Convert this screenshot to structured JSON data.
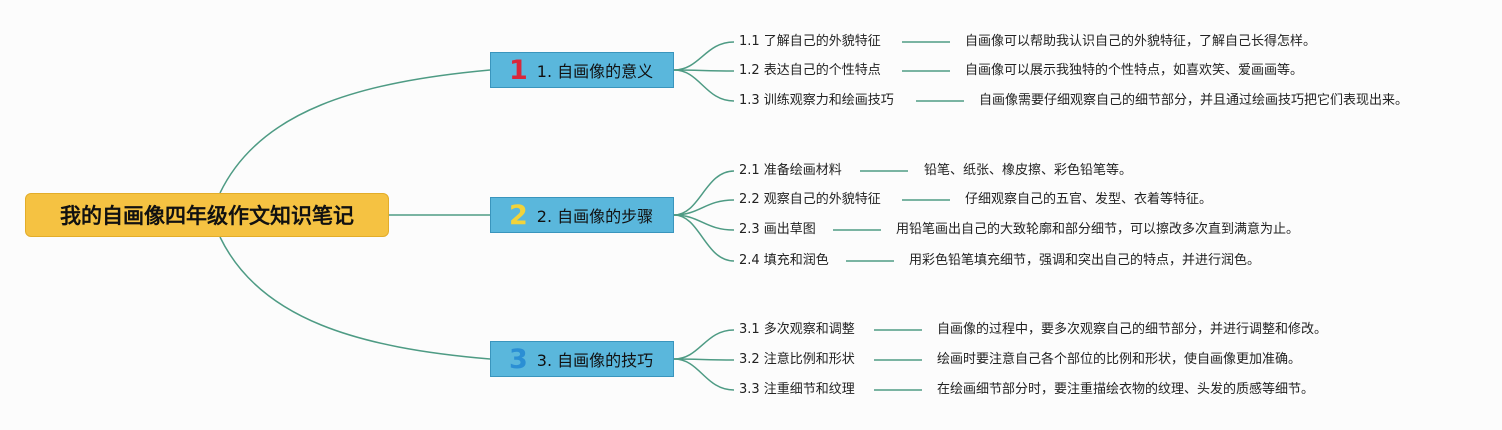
{
  "root": {
    "title": "我的自画像四年级作文知识笔记"
  },
  "colors": {
    "edge": "#4e9b84",
    "root_bg": "#f5c242",
    "branch_bg": "#5ab7dc"
  },
  "branches": [
    {
      "number": "1",
      "number_color": "#d8283a",
      "label": "1. 自画像的意义",
      "children": [
        {
          "label": "1.1 了解自己的外貌特征",
          "desc": "自画像可以帮助我认识自己的外貌特征，了解自己长得怎样。"
        },
        {
          "label": "1.2 表达自己的个性特点",
          "desc": "自画像可以展示我独特的个性特点，如喜欢笑、爱画画等。"
        },
        {
          "label": "1.3 训练观察力和绘画技巧",
          "desc": "自画像需要仔细观察自己的细节部分，并且通过绘画技巧把它们表现出来。"
        }
      ]
    },
    {
      "number": "2",
      "number_color": "#f2d33a",
      "label": "2. 自画像的步骤",
      "children": [
        {
          "label": "2.1 准备绘画材料",
          "desc": "铅笔、纸张、橡皮擦、彩色铅笔等。"
        },
        {
          "label": "2.2 观察自己的外貌特征",
          "desc": "仔细观察自己的五官、发型、衣着等特征。"
        },
        {
          "label": "2.3 画出草图",
          "desc": "用铅笔画出自己的大致轮廓和部分细节，可以擦改多次直到满意为止。"
        },
        {
          "label": "2.4 填充和润色",
          "desc": "用彩色铅笔填充细节，强调和突出自己的特点，并进行润色。"
        }
      ]
    },
    {
      "number": "3",
      "number_color": "#2b8fd4",
      "label": "3. 自画像的技巧",
      "children": [
        {
          "label": "3.1 多次观察和调整",
          "desc": "自画像的过程中，要多次观察自己的细节部分，并进行调整和修改。"
        },
        {
          "label": "3.2 注意比例和形状",
          "desc": "绘画时要注意自己各个部位的比例和形状，使自画像更加准确。"
        },
        {
          "label": "3.3 注重细节和纹理",
          "desc": "在绘画细节部分时，要注重描绘衣物的纹理、头发的质感等细节。"
        }
      ]
    }
  ]
}
